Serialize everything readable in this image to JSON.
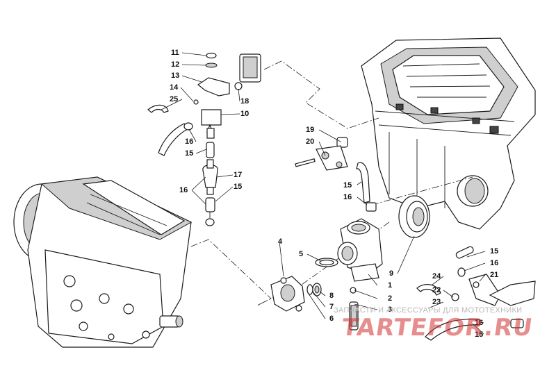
{
  "callouts": [
    "11",
    "12",
    "13",
    "14",
    "25",
    "18",
    "10",
    "16",
    "15",
    "19",
    "20",
    "17",
    "16",
    "15",
    "15",
    "16",
    "4",
    "5",
    "9",
    "8",
    "7",
    "6",
    "1",
    "2",
    "3",
    "15",
    "16",
    "21",
    "24",
    "22",
    "23",
    "16",
    "15"
  ],
  "watermark": {
    "tagline": "ЗАПЧАСТИ И АКСЕССУАРЫ ДЛЯ МОТОТЕХНИКИ",
    "logo": "TARTEFOR.RU"
  },
  "colors": {
    "line": "#1a1a1a",
    "watermark_logo": "#d23232",
    "watermark_text": "#b9b9b9"
  }
}
